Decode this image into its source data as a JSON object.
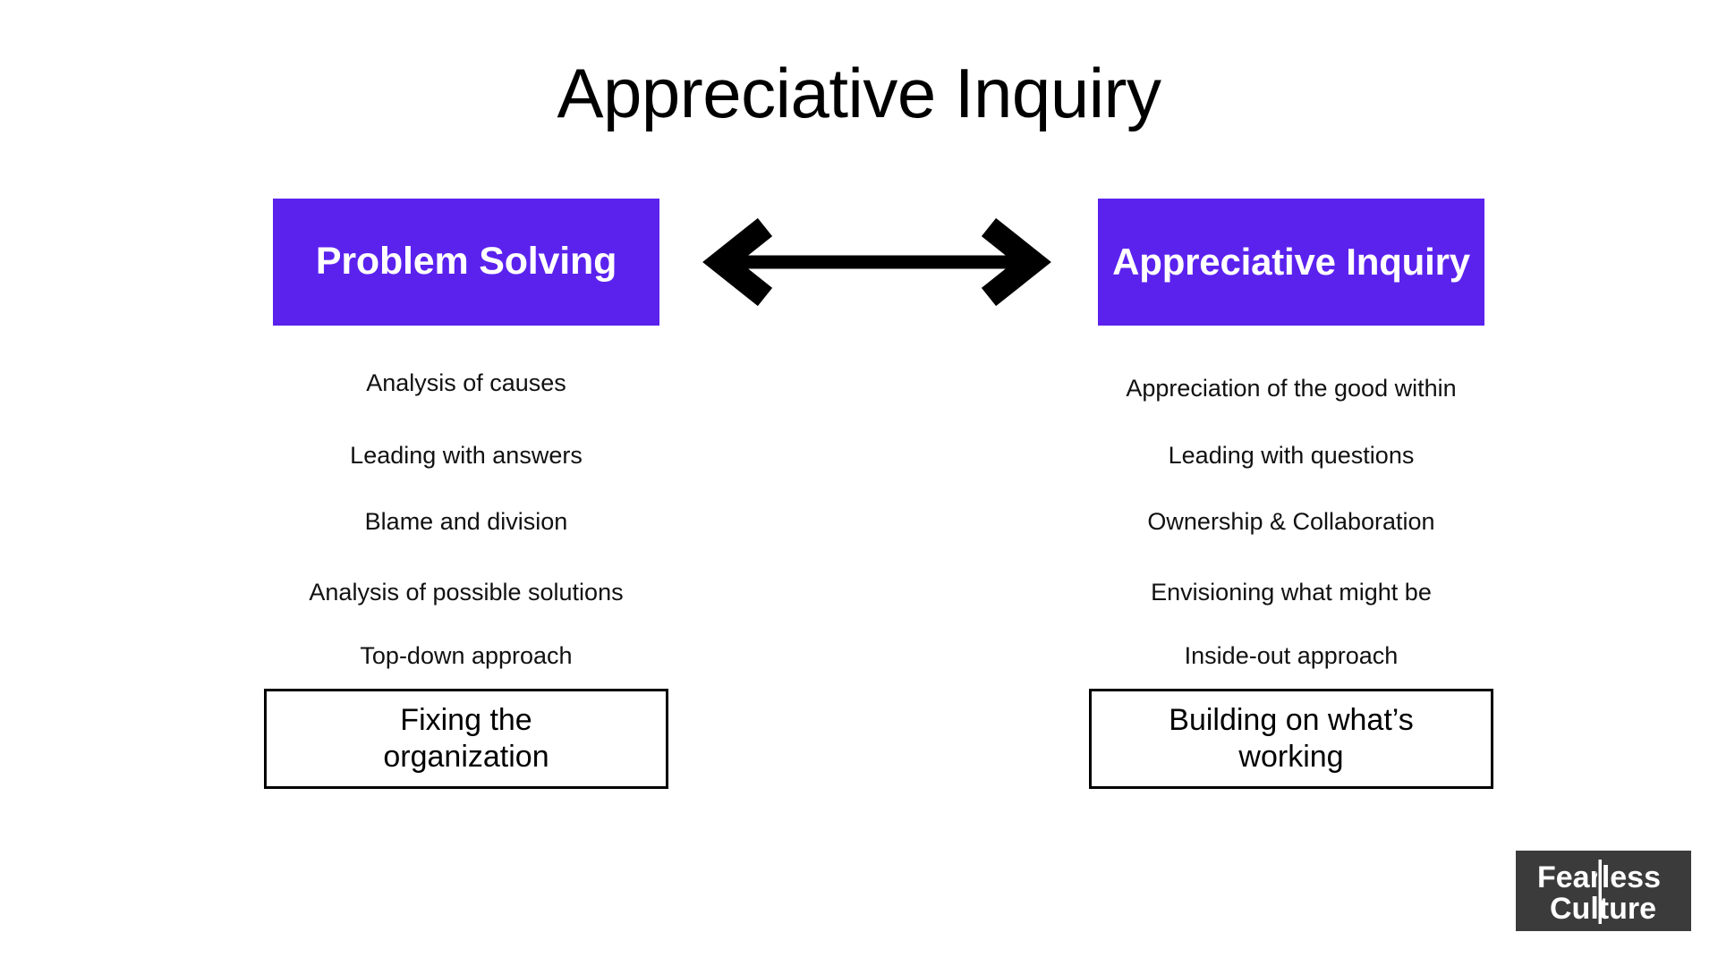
{
  "slide": {
    "title": "Appreciative Inquiry",
    "background_color": "#ffffff",
    "accent_color": "#5B22EE",
    "text_color": "#111111",
    "outline_color": "#000000"
  },
  "arrow": {
    "name": "double-headed-arrow",
    "direction": "bidirectional",
    "color": "#000000"
  },
  "columns": [
    {
      "id": "problem-solving",
      "header": "Problem Solving",
      "header_background": "#5B22EE",
      "header_text_color": "#ffffff",
      "items": [
        "Analysis of causes",
        "Leading with answers",
        "Blame and division",
        "Analysis of possible solutions",
        "Top-down approach"
      ],
      "summary": "Fixing the organization",
      "summary_line_1": "Fixing the",
      "summary_line_2": "organization"
    },
    {
      "id": "appreciative-inquiry",
      "header": "Appreciative Inquiry",
      "header_background": "#5B22EE",
      "header_text_color": "#ffffff",
      "items": [
        "Appreciation of the good within",
        "Leading with questions",
        "Ownership & Collaboration",
        "Envisioning what might be",
        "Inside-out approach"
      ],
      "summary": "Building on what’s working",
      "summary_line_1": "Building on what’s",
      "summary_line_2": "working"
    }
  ],
  "logo": {
    "line_1": "Fearless",
    "line_2": "Culture",
    "background_color": "#3B3B3B",
    "text_color": "#ffffff"
  }
}
